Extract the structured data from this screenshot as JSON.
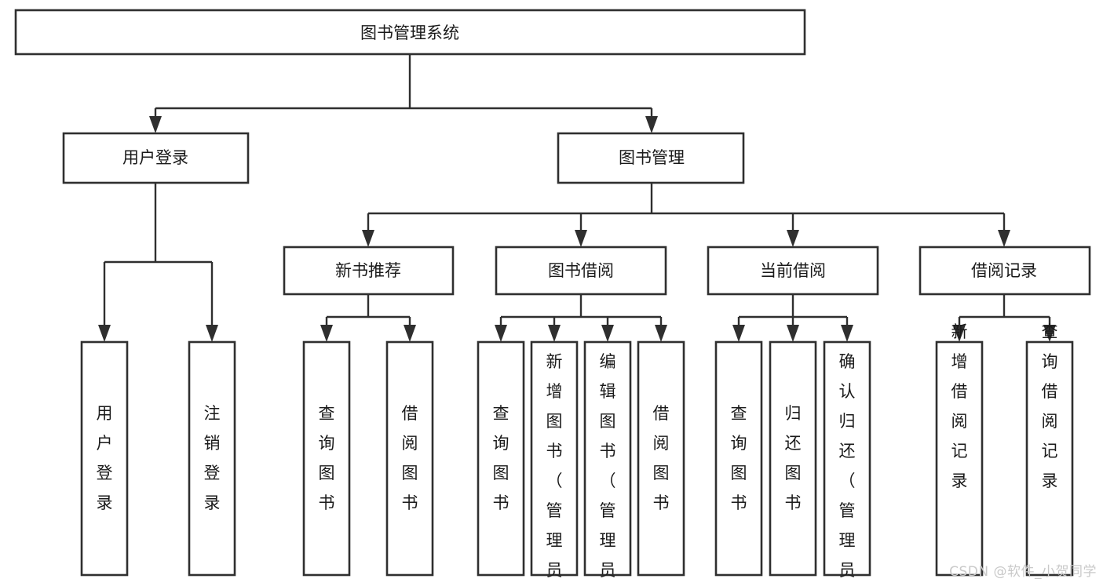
{
  "diagram": {
    "title": "图书管理系统",
    "type": "tree-hierarchy-chart",
    "root": {
      "id": "root",
      "label": "图书管理系统"
    },
    "level2": [
      {
        "id": "user-login",
        "label": "用户登录"
      },
      {
        "id": "book-manage",
        "label": "图书管理"
      }
    ],
    "level3": [
      {
        "id": "new-book-recommend",
        "label": "新书推荐",
        "parent": "book-manage"
      },
      {
        "id": "book-borrow",
        "label": "图书借阅",
        "parent": "book-manage"
      },
      {
        "id": "current-borrow",
        "label": "当前借阅",
        "parent": "book-manage"
      },
      {
        "id": "borrow-record",
        "label": "借阅记录",
        "parent": "book-manage"
      }
    ],
    "leaves": [
      {
        "id": "leaf-user-login",
        "label": "用户登录",
        "parent": "user-login"
      },
      {
        "id": "leaf-logout-login",
        "label": "注销登录",
        "parent": "user-login"
      },
      {
        "id": "leaf-query-book-1",
        "label": "查询图书",
        "parent": "new-book-recommend"
      },
      {
        "id": "leaf-borrow-book-1",
        "label": "借阅图书",
        "parent": "new-book-recommend"
      },
      {
        "id": "leaf-query-book-2",
        "label": "查询图书",
        "parent": "book-borrow"
      },
      {
        "id": "leaf-add-book",
        "label": "新增图书（管理员）",
        "parent": "book-borrow"
      },
      {
        "id": "leaf-edit-book",
        "label": "编辑图书（管理员）",
        "parent": "book-borrow"
      },
      {
        "id": "leaf-borrow-book-2",
        "label": "借阅图书",
        "parent": "book-borrow"
      },
      {
        "id": "leaf-query-book-3",
        "label": "查询图书",
        "parent": "current-borrow"
      },
      {
        "id": "leaf-return-book",
        "label": "归还图书",
        "parent": "current-borrow"
      },
      {
        "id": "leaf-confirm-return",
        "label": "确认归还（管理员）",
        "parent": "current-borrow"
      },
      {
        "id": "leaf-add-record",
        "label": "新增借阅记录",
        "parent": "borrow-record"
      },
      {
        "id": "leaf-query-record",
        "label": "查询借阅记录",
        "parent": "borrow-record"
      }
    ],
    "colors": {
      "stroke": "#2f2f2f",
      "fill": "#ffffff",
      "text": "#1a1a1a",
      "watermark": "#c9c9c9"
    }
  },
  "watermark": {
    "text": "CSDN @软件_小贺同学"
  }
}
